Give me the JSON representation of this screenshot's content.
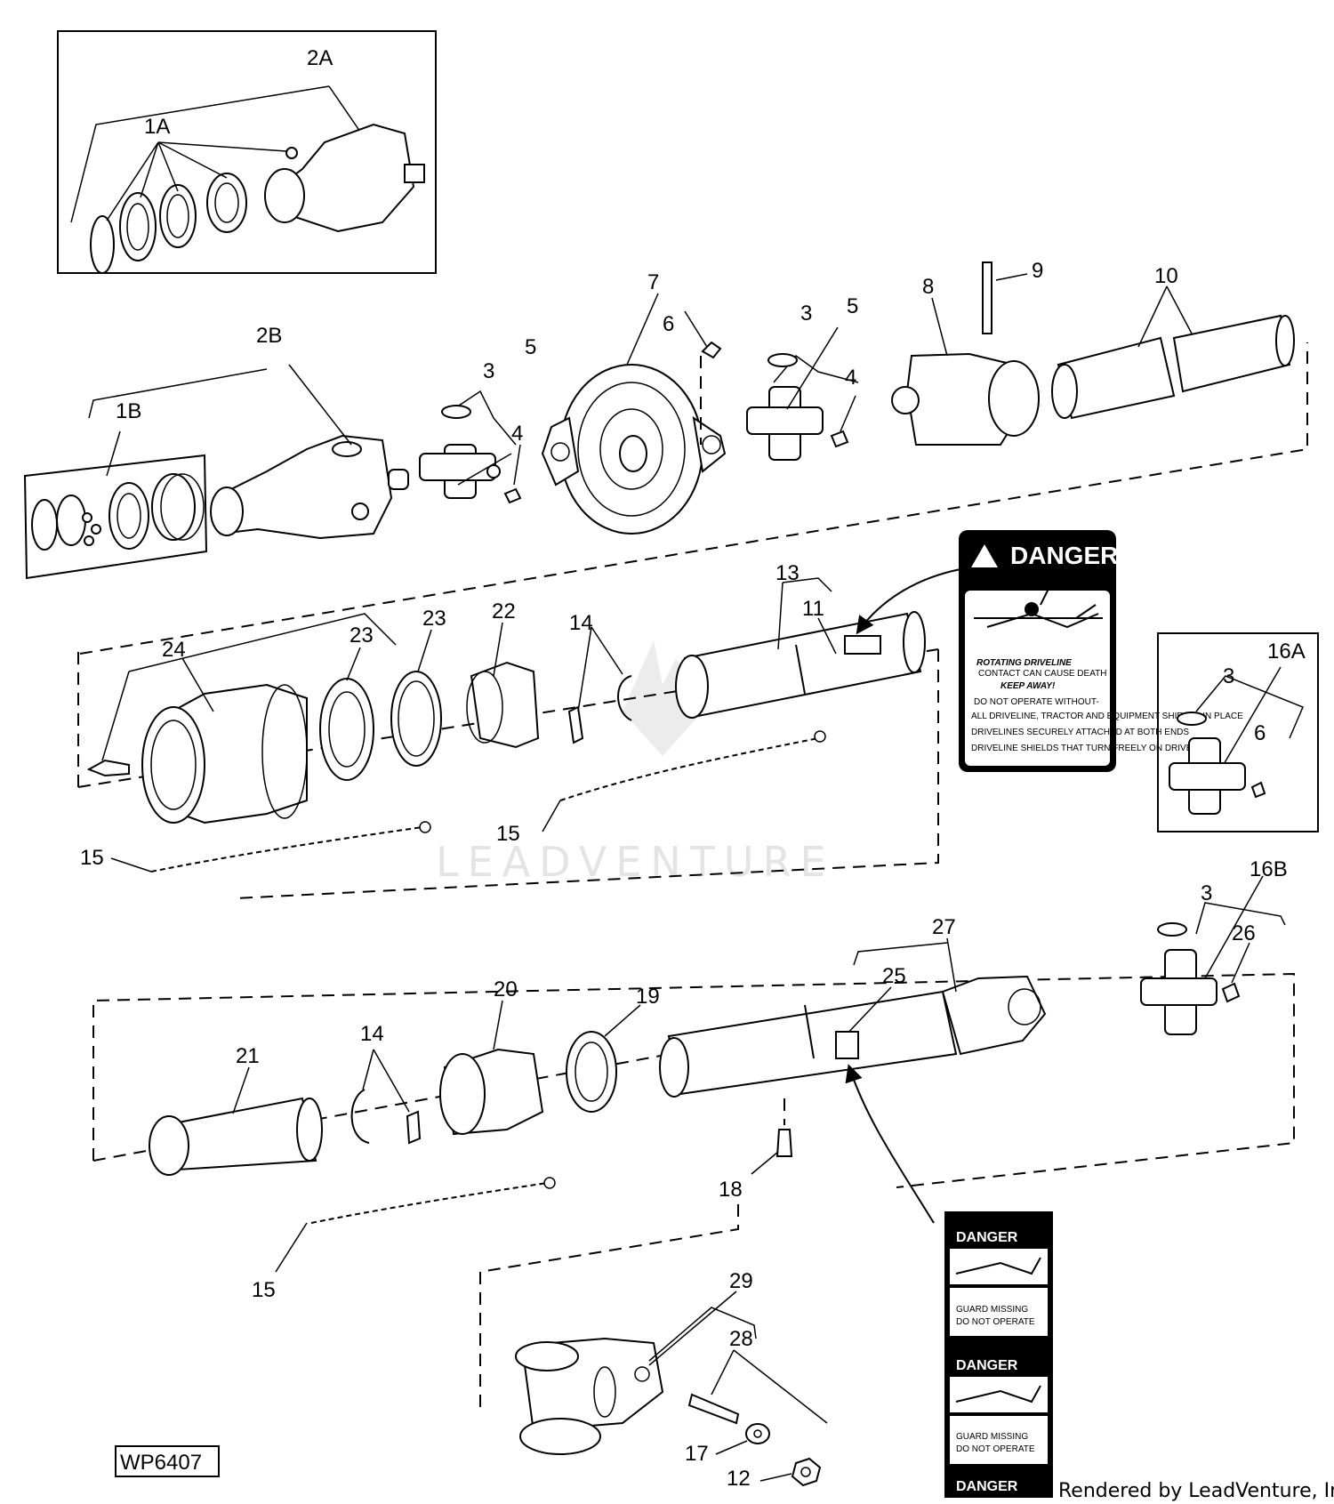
{
  "diagram": {
    "code": "WP6407",
    "credit": "Rendered by LeadVenture, Inc.",
    "watermark": "LEADVENTURE",
    "labels": {
      "l_2A": "2A",
      "l_1A": "1A",
      "l_2B": "2B",
      "l_1B": "1B",
      "l_7": "7",
      "l_6a": "6",
      "l_3a": "3",
      "l_5a": "5",
      "l_4a": "4",
      "l_3b": "3",
      "l_5b": "5",
      "l_4b": "4",
      "l_8": "8",
      "l_9": "9",
      "l_10": "10",
      "l_13": "13",
      "l_11": "11",
      "l_24": "24",
      "l_23a": "23",
      "l_23b": "23",
      "l_22": "22",
      "l_14a": "14",
      "l_15a": "15",
      "l_15b": "15",
      "l_16A": "16A",
      "l_3c": "3",
      "l_6b": "6",
      "l_16B": "16B",
      "l_3d": "3",
      "l_26": "26",
      "l_27": "27",
      "l_25": "25",
      "l_20": "20",
      "l_19": "19",
      "l_14b": "14",
      "l_21": "21",
      "l_18": "18",
      "l_15c": "15",
      "l_29": "29",
      "l_28": "28",
      "l_17": "17",
      "l_12": "12"
    },
    "decal_large": {
      "title": "DANGER",
      "heading": "ROTATING DRIVELINE",
      "subheading": "CONTACT CAN CAUSE DEATH",
      "warning": "KEEP AWAY!",
      "line_intro": "DO NOT OPERATE WITHOUT-",
      "bullets": [
        "ALL DRIVELINE, TRACTOR AND EQUIPMENT SHIELDS IN PLACE",
        "DRIVELINES SECURELY ATTACHED AT BOTH ENDS",
        "DRIVELINE SHIELDS THAT TURN FREELY ON DRIVELINE"
      ]
    },
    "decal_strip": {
      "title": "DANGER",
      "line1": "GUARD MISSING",
      "line2": "DO NOT OPERATE"
    }
  }
}
